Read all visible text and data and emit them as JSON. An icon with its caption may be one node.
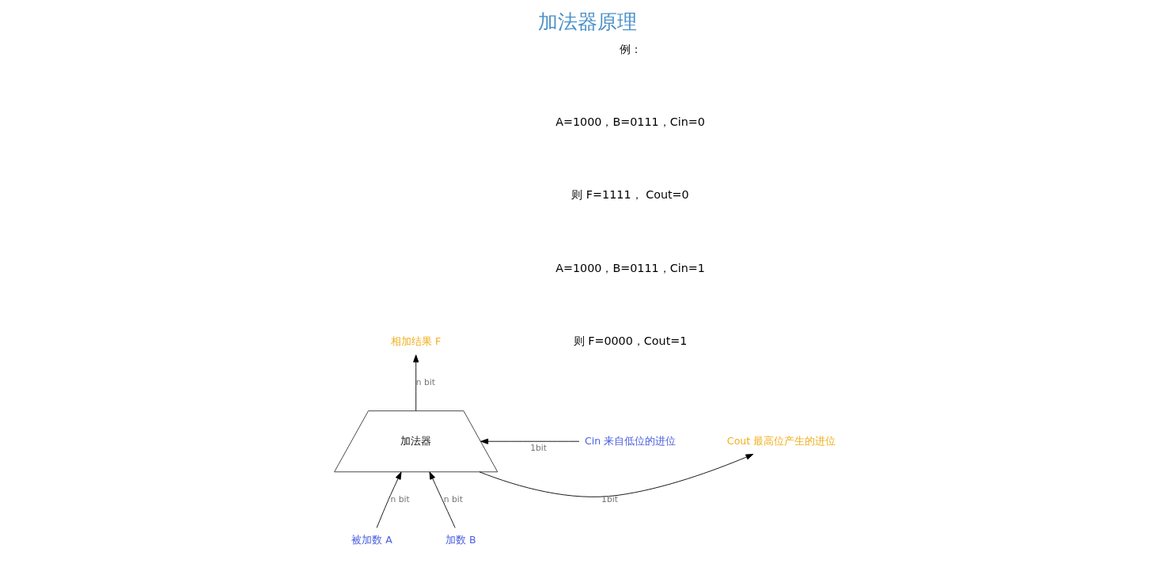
{
  "diagram": {
    "title": "加法器原理",
    "nodes": [
      {
        "text": [
          "加法器"
        ]
      },
      {
        "text": [
          "相加结果 F"
        ]
      },
      {
        "text": [
          "Cout 最高位产生的进位"
        ]
      },
      {
        "text": [
          "Cin 来自低位的进位"
        ]
      },
      {
        "text": [
          "被加数 A"
        ]
      },
      {
        "text": [
          "加数 B"
        ]
      }
    ],
    "edges": [
      {
        "from": 0,
        "to": 1,
        "arrow": "to",
        "label": "n bit"
      },
      {
        "from": 0,
        "to": 2,
        "arrow": "to",
        "label": "1bit"
      },
      {
        "from": 3,
        "to": 0,
        "arrow": "to",
        "label": "1bit"
      },
      {
        "from": 4,
        "to": 0,
        "arrow": "to",
        "label": "n bit"
      },
      {
        "from": 5,
        "to": 0,
        "arrow": "to",
        "label": "n bit"
      }
    ],
    "labels": [
      "例：",
      "A=1000，B=0111，Cin=0",
      "则 F=1111， Cout=0",
      "A=1000，B=0111，Cin=1",
      "则 F=0000，Cout=1"
    ]
  }
}
